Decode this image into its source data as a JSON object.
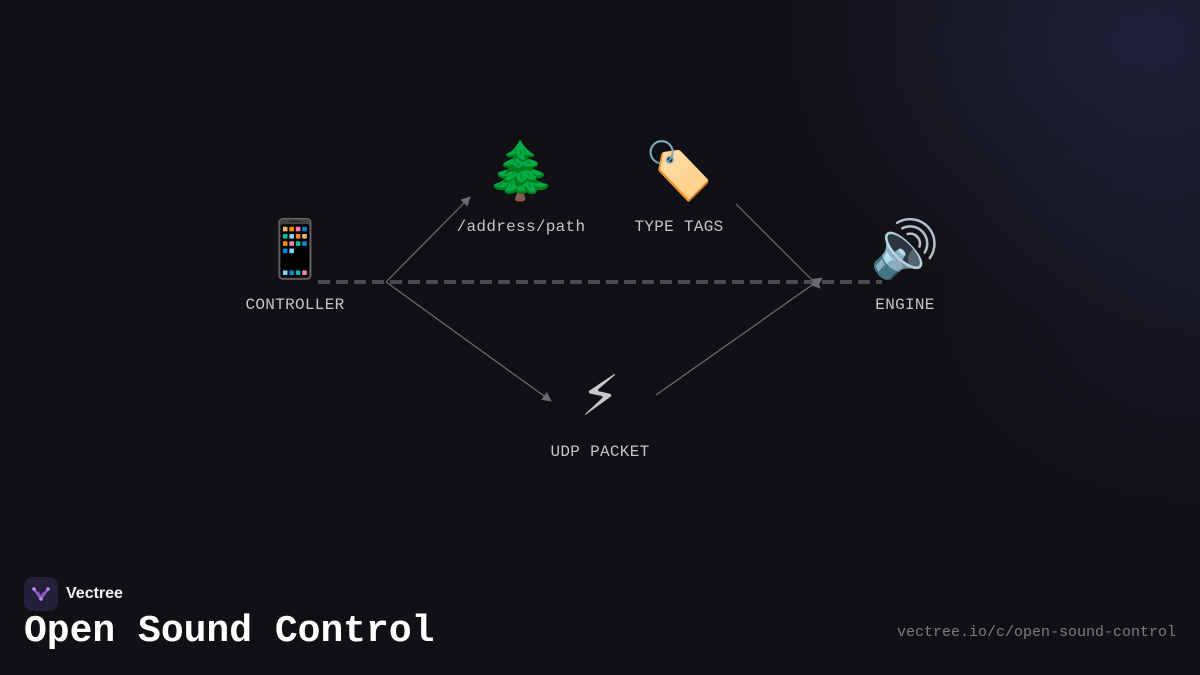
{
  "diagram": {
    "nodes": [
      {
        "id": "controller",
        "label": "CONTROLLER",
        "icon": "mobile-phone-icon",
        "glyph": "📱"
      },
      {
        "id": "address",
        "label": "/address/path",
        "icon": "evergreen-tree-icon",
        "glyph": "🌲"
      },
      {
        "id": "typetags",
        "label": "TYPE TAGS",
        "icon": "label-tag-icon",
        "glyph": "🏷️"
      },
      {
        "id": "engine",
        "label": "ENGINE",
        "icon": "speaker-icon",
        "glyph": "🔊"
      },
      {
        "id": "udp",
        "label": "UDP PACKET",
        "icon": "lightning-bolt-icon",
        "glyph": "⚡"
      }
    ],
    "edges": [
      {
        "from": "controller",
        "to": "engine",
        "style": "dashed"
      },
      {
        "from": "controller",
        "to": "address",
        "style": "solid"
      },
      {
        "from": "controller",
        "to": "udp",
        "style": "solid"
      },
      {
        "from": "typetags",
        "to": "engine",
        "style": "solid"
      },
      {
        "from": "udp",
        "to": "engine",
        "style": "solid"
      }
    ]
  },
  "brand": {
    "name": "Vectree",
    "icon": "vectree-logo-icon"
  },
  "page": {
    "title": "Open Sound Control",
    "url": "vectree.io/c/open-sound-control"
  },
  "colors": {
    "background": "#111115",
    "edge": "#6b6b70",
    "dashed_edge": "#4a4a50",
    "label": "#c4c4ca",
    "brand_accent": "#a05cd6"
  }
}
